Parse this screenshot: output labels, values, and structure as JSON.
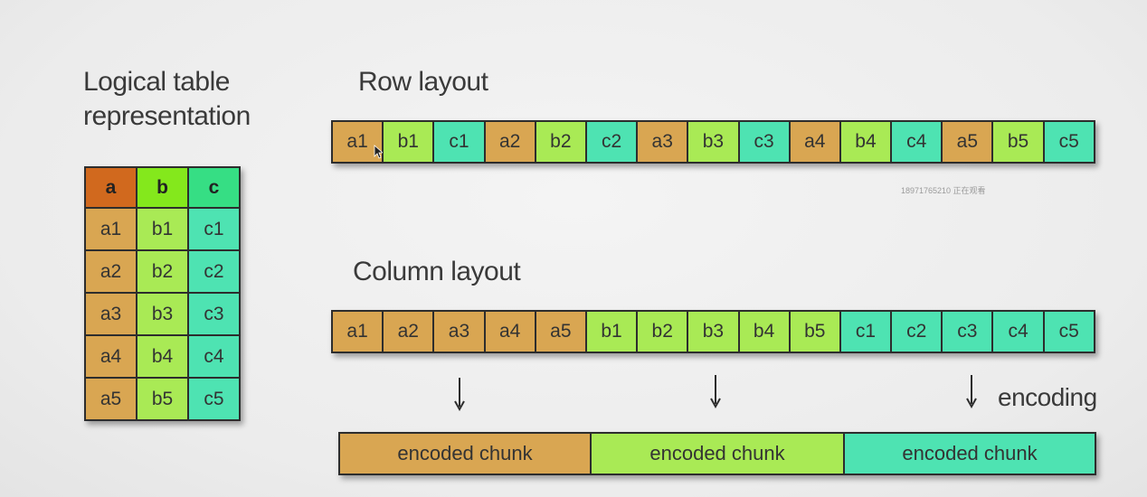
{
  "titles": {
    "logical": "Logical table representation",
    "row": "Row layout",
    "column": "Column layout"
  },
  "logical_table": {
    "headers": [
      "a",
      "b",
      "c"
    ],
    "rows": [
      [
        "a1",
        "b1",
        "c1"
      ],
      [
        "a2",
        "b2",
        "c2"
      ],
      [
        "a3",
        "b3",
        "c3"
      ],
      [
        "a4",
        "b4",
        "c4"
      ],
      [
        "a5",
        "b5",
        "c5"
      ]
    ]
  },
  "row_layout": [
    "a1",
    "b1",
    "c1",
    "a2",
    "b2",
    "c2",
    "a3",
    "b3",
    "c3",
    "a4",
    "b4",
    "c4",
    "a5",
    "b5",
    "c5"
  ],
  "column_layout": [
    "a1",
    "a2",
    "a3",
    "a4",
    "a5",
    "b1",
    "b2",
    "b3",
    "b4",
    "b5",
    "c1",
    "c2",
    "c3",
    "c4",
    "c5"
  ],
  "encoded_chunks": [
    "encoded chunk",
    "encoded chunk",
    "encoded chunk"
  ],
  "encoding_label": "encoding",
  "watermark": "18971765210 正在观看",
  "colors": {
    "a_header": "#d1691e",
    "b_header": "#84e81c",
    "c_header": "#36de84",
    "a_cell": "#d9a652",
    "b_cell": "#a9ea55",
    "c_cell": "#4ee3b2"
  }
}
